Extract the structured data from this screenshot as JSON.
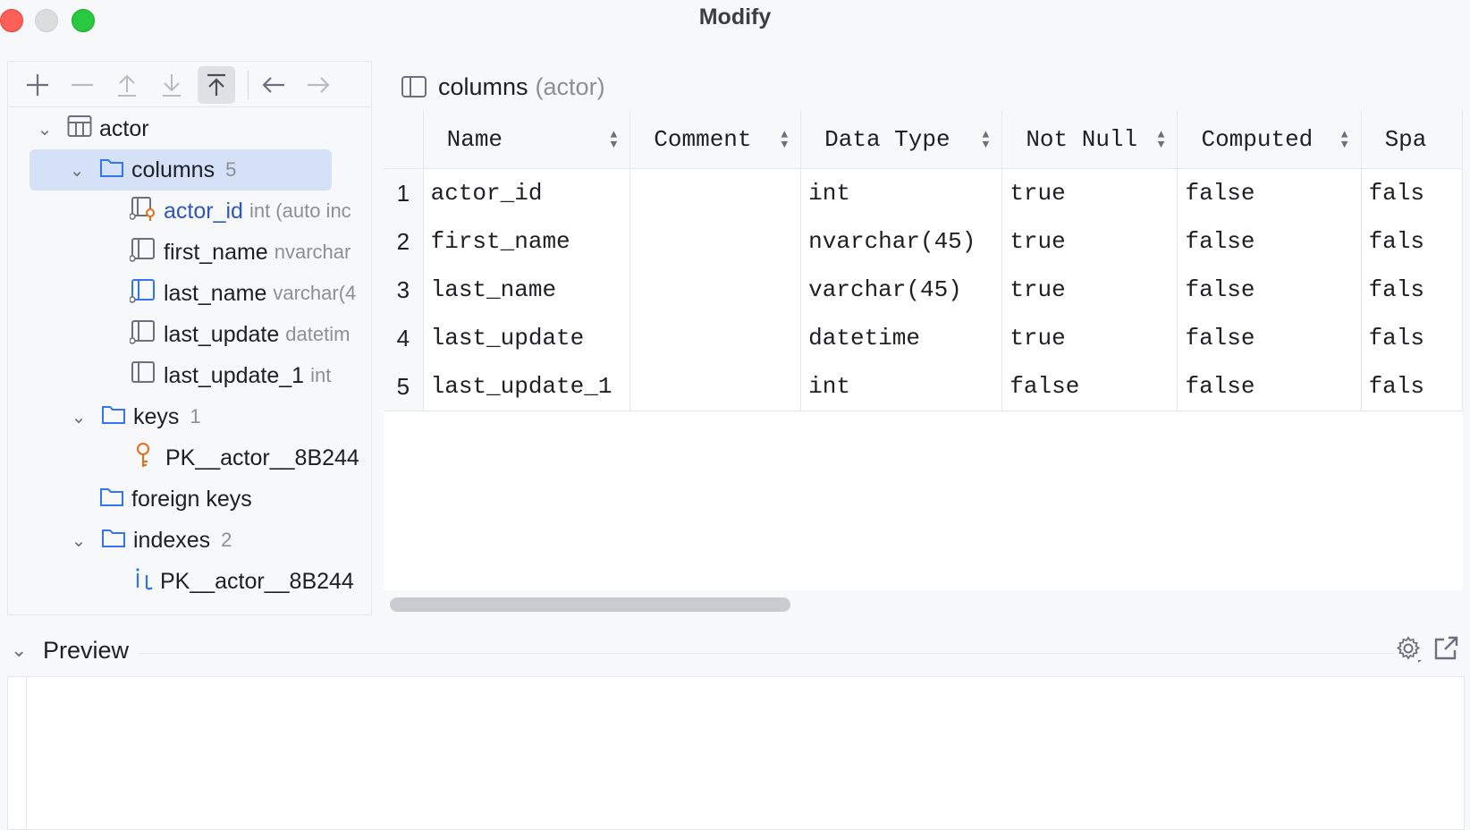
{
  "window": {
    "title": "Modify"
  },
  "toolbar": {
    "icons": [
      "plus-icon",
      "minus-icon",
      "move-up-icon",
      "move-down-icon",
      "move-to-top-icon",
      "back-arrow-icon",
      "forward-arrow-icon"
    ]
  },
  "tree": {
    "root": {
      "label": "actor"
    },
    "columns": {
      "label": "columns",
      "count": "5"
    },
    "columns_items": [
      {
        "name": "actor_id",
        "meta": "int (auto inc"
      },
      {
        "name": "first_name",
        "meta": "nvarchar"
      },
      {
        "name": "last_name",
        "meta": "varchar(4"
      },
      {
        "name": "last_update",
        "meta": "datetim"
      },
      {
        "name": "last_update_1",
        "meta": "int"
      }
    ],
    "keys": {
      "label": "keys",
      "count": "1"
    },
    "key_item": {
      "name": "PK__actor__8B244"
    },
    "foreign_keys": {
      "label": "foreign keys"
    },
    "indexes": {
      "label": "indexes",
      "count": "2"
    },
    "index_item": {
      "name": "PK__actor__8B244"
    }
  },
  "editor": {
    "title": "columns",
    "parent": "(actor)"
  },
  "table": {
    "headers": [
      "Name",
      "Comment",
      "Data Type",
      "Not Null",
      "Computed",
      "Spa"
    ],
    "rows": [
      {
        "n": "1",
        "name": "actor_id",
        "comment": "",
        "type": "int",
        "notnull": "true",
        "computed": "false",
        "sparse": "fals"
      },
      {
        "n": "2",
        "name": "first_name",
        "comment": "",
        "type": "nvarchar(45)",
        "notnull": "true",
        "computed": "false",
        "sparse": "fals"
      },
      {
        "n": "3",
        "name": "last_name",
        "comment": "",
        "type": "varchar(45)",
        "notnull": "true",
        "computed": "false",
        "sparse": "fals"
      },
      {
        "n": "4",
        "name": "last_update",
        "comment": "",
        "type": "datetime",
        "notnull": "true",
        "computed": "false",
        "sparse": "fals"
      },
      {
        "n": "5",
        "name": "last_update_1",
        "comment": "",
        "type": "int",
        "notnull": "false",
        "computed": "false",
        "sparse": "fals"
      }
    ]
  },
  "preview": {
    "label": "Preview"
  }
}
